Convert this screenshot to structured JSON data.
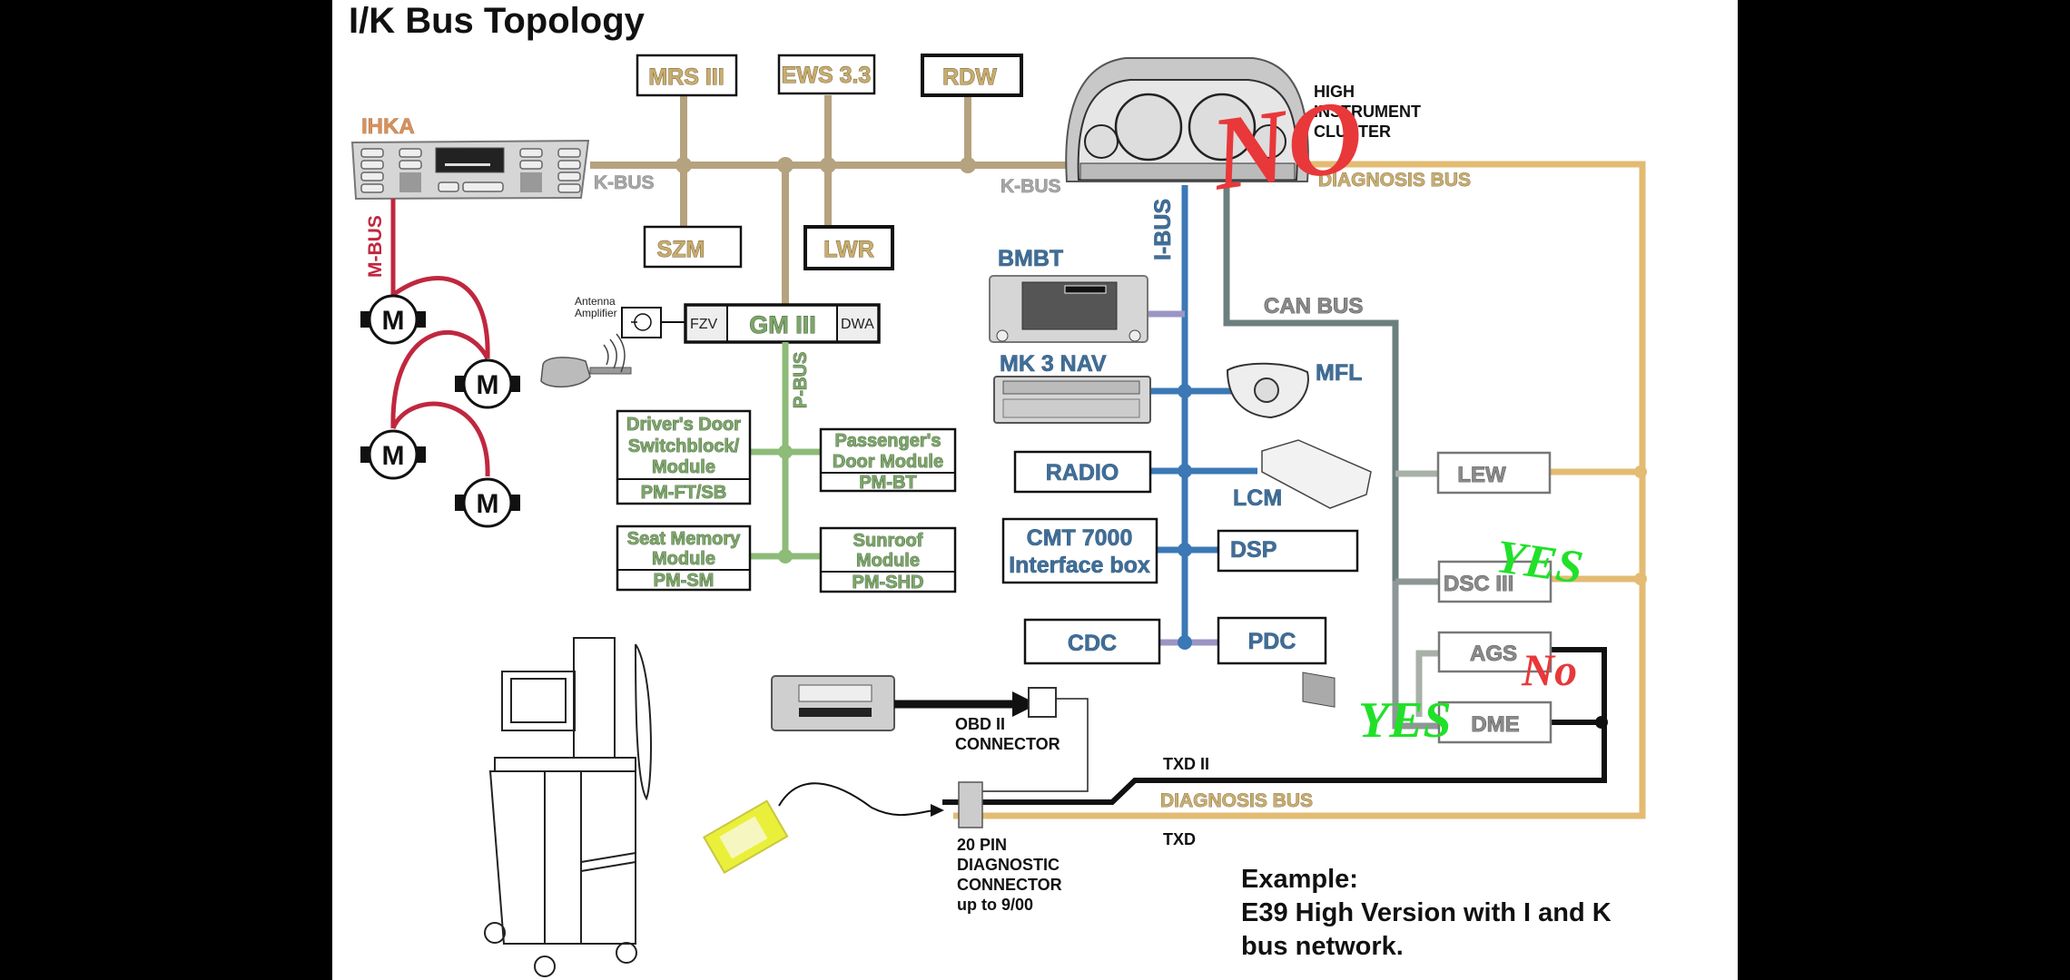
{
  "title": "I/K Bus Topology",
  "colors": {
    "k_bus": "#b5a27e",
    "m_bus": "#c0273f",
    "p_bus": "#8dbb78",
    "i_bus": "#3b78b5",
    "can_bus": "#6c7f7f",
    "diagnosis_bus": "#e3bb72",
    "stamp_no": "#e8383a",
    "stamp_yes": "#22e02a"
  },
  "buses": {
    "k_bus_left": "K-BUS",
    "k_bus_right": "K-BUS",
    "m_bus": "M-BUS",
    "p_bus": "P-BUS",
    "i_bus": "I-BUS",
    "can_bus": "CAN BUS",
    "diagnosis_bus_top": "DIAGNOSIS BUS",
    "diagnosis_bus_bottom": "DIAGNOSIS BUS",
    "txd2": "TXD II",
    "txd": "TXD"
  },
  "modules": {
    "ihka": "IHKA",
    "mrs": "MRS III",
    "ews": "EWS 3.3",
    "rdw": "RDW",
    "szm": "SZM",
    "lwr": "LWR",
    "gm": "GM III",
    "fzv": "FZV",
    "dwa": "DWA",
    "antenna_line1": "Antenna",
    "antenna_line2": "Amplifier",
    "motor": "M",
    "cluster_line1": "HIGH",
    "cluster_line2": "INSTRUMENT",
    "cluster_line3": "CLUSTER",
    "bmbt": "BMBT",
    "mk3nav": "MK 3 NAV",
    "mfl": "MFL",
    "radio": "RADIO",
    "lcm": "LCM",
    "cmt_line1": "CMT 7000",
    "cmt_line2": "Interface box",
    "dsp": "DSP",
    "cdc": "CDC",
    "pdc": "PDC",
    "lew": "LEW",
    "dsc": "DSC III",
    "ags": "AGS",
    "dme": "DME"
  },
  "p_bus_modules": {
    "driver_door": {
      "lines": [
        "Driver's Door",
        "Switchblock/",
        "Module"
      ],
      "code": "PM-FT/SB"
    },
    "passenger_door": {
      "lines": [
        "Passenger's",
        "Door Module"
      ],
      "code": "PM-BT"
    },
    "seat_memory": {
      "lines": [
        "Seat Memory",
        "Module"
      ],
      "code": "PM-SM"
    },
    "sunroof": {
      "lines": [
        "Sunroof",
        "Module"
      ],
      "code": "PM-SHD"
    }
  },
  "connectors": {
    "obd_line1": "OBD II",
    "obd_line2": "CONNECTOR",
    "pin20_line1": "20 PIN",
    "pin20_line2": "DIAGNOSTIC",
    "pin20_line3": "CONNECTOR",
    "pin20_line4": "up to 9/00"
  },
  "example": {
    "line1": "Example:",
    "line2": "E39 High Version with I and K",
    "line3": "bus network."
  },
  "annotations": {
    "cluster_stamp": "NO",
    "dsc_stamp": "YES",
    "ags_stamp": "No",
    "dme_stamp": "YES"
  }
}
